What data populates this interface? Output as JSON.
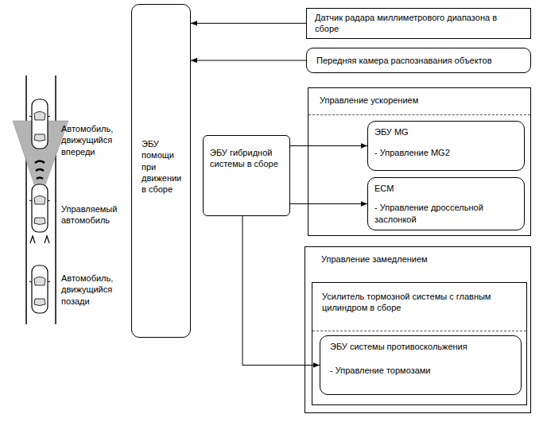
{
  "diagram": {
    "nodes": [
      {
        "text": [
          "Датчик радара миллиметрового диапазона в сборе"
        ]
      },
      {
        "text": [
          "Передняя камера распознавания объектов"
        ]
      },
      {
        "text": [
          "ЭБУ помощи при движении в сборе"
        ]
      },
      {
        "text": [
          "Управление ускорением"
        ]
      },
      {
        "text": [
          "ЭБУ MG",
          "- Управление MG2"
        ],
        "in": 3
      },
      {
        "text": [
          "ECM",
          "- Управление дроссельной заслонкой"
        ],
        "in": 3
      },
      {
        "text": [
          "ЭБУ гибридной системы в сборе"
        ]
      },
      {
        "text": [
          "Управление замедлением"
        ]
      },
      {
        "text": [
          "Усилитель тормозной системы с главным цилиндром в сборе"
        ],
        "in": 7
      },
      {
        "text": [
          "ЭБУ системы противоскольжения",
          "- Управление тормозами"
        ],
        "in": 8
      }
    ],
    "edges": [
      {
        "from": 0,
        "to": 2,
        "arrow": "to"
      },
      {
        "from": 1,
        "to": 2,
        "arrow": "to"
      },
      {
        "from": 6,
        "to": 4,
        "arrow": "to"
      },
      {
        "from": 6,
        "to": 5,
        "arrow": "to"
      },
      {
        "from": 6,
        "to": 9,
        "arrow": "to"
      }
    ],
    "labels": [
      "Автомобиль, движущийся впереди",
      "Управляемый автомобиль",
      "Автомобиль, движущийся позади"
    ]
  }
}
